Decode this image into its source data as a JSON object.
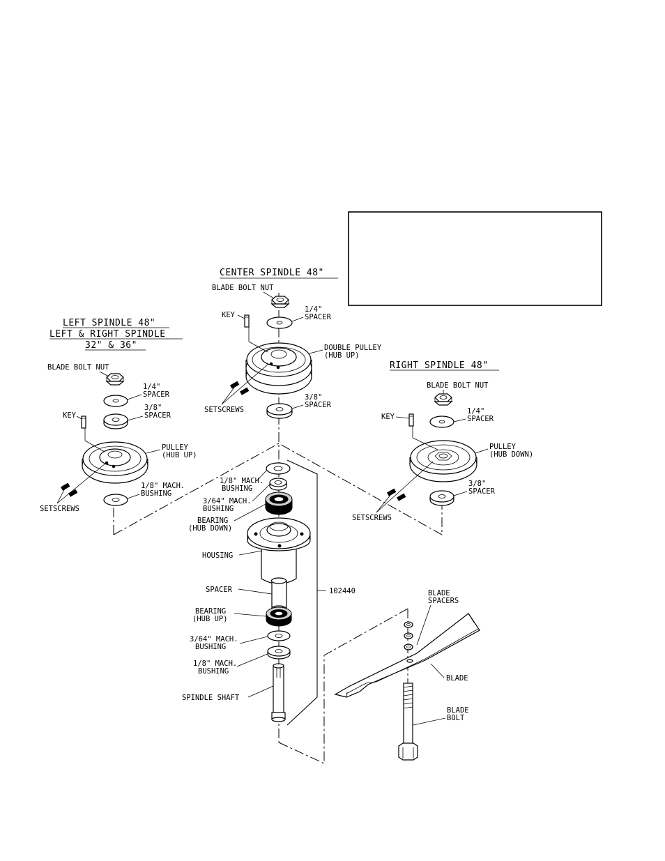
{
  "note_box": {
    "text": ""
  },
  "titles": {
    "center": "CENTER SPINDLE 48\"",
    "left_line1": "LEFT SPINDLE 48\"",
    "left_line2": "LEFT & RIGHT SPINDLE",
    "left_line3": "32\" & 36\"",
    "right": "RIGHT SPINDLE 48\""
  },
  "center_labels": {
    "blade_bolt_nut": "BLADE BOLT NUT",
    "key": "KEY",
    "spacer_quarter_1": "1/4\"",
    "spacer_quarter_2": "SPACER",
    "double_pulley_1": "DOUBLE PULLEY",
    "double_pulley_2": "(HUB UP)",
    "setscrews": "SETSCREWS",
    "spacer_38_1": "3/8\"",
    "spacer_38_2": "SPACER"
  },
  "left_labels": {
    "blade_bolt_nut": "BLADE BOLT NUT",
    "spacer_quarter_1": "1/4\"",
    "spacer_quarter_2": "SPACER",
    "spacer_38_1": "3/8\"",
    "spacer_38_2": "SPACER",
    "key": "KEY",
    "pulley_1": "PULLEY",
    "pulley_2": "(HUB UP)",
    "bushing_1": "1/8\" MACH.",
    "bushing_2": "BUSHING",
    "setscrews": "SETSCREWS"
  },
  "right_labels": {
    "blade_bolt_nut": "BLADE BOLT NUT",
    "key": "KEY",
    "spacer_quarter_1": "1/4\"",
    "spacer_quarter_2": "SPACER",
    "pulley_1": "PULLEY",
    "pulley_2": "(HUB DOWN)",
    "spacer_38_1": "3/8\"",
    "spacer_38_2": "SPACER",
    "setscrews": "SETSCREWS"
  },
  "assembly_labels": {
    "bushing_18_top_1": "1/8\" MACH.",
    "bushing_18_top_2": "BUSHING",
    "bushing_364_top_1": "3/64\" MACH.",
    "bushing_364_top_2": "BUSHING",
    "bearing_top_1": "BEARING",
    "bearing_top_2": "(HUB DOWN)",
    "housing": "HOUSING",
    "spacer": "SPACER",
    "part_number": "102440",
    "bearing_bottom_1": "BEARING",
    "bearing_bottom_2": "(HUB UP)",
    "bushing_364_bottom_1": "3/64\" MACH.",
    "bushing_364_bottom_2": "BUSHING",
    "bushing_18_bottom_1": "1/8\" MACH.",
    "bushing_18_bottom_2": "BUSHING",
    "spindle_shaft": "SPINDLE SHAFT"
  },
  "blade_labels": {
    "blade_spacers_1": "BLADE",
    "blade_spacers_2": "SPACERS",
    "blade": "BLADE",
    "blade_bolt_1": "BLADE",
    "blade_bolt_2": "BOLT"
  }
}
